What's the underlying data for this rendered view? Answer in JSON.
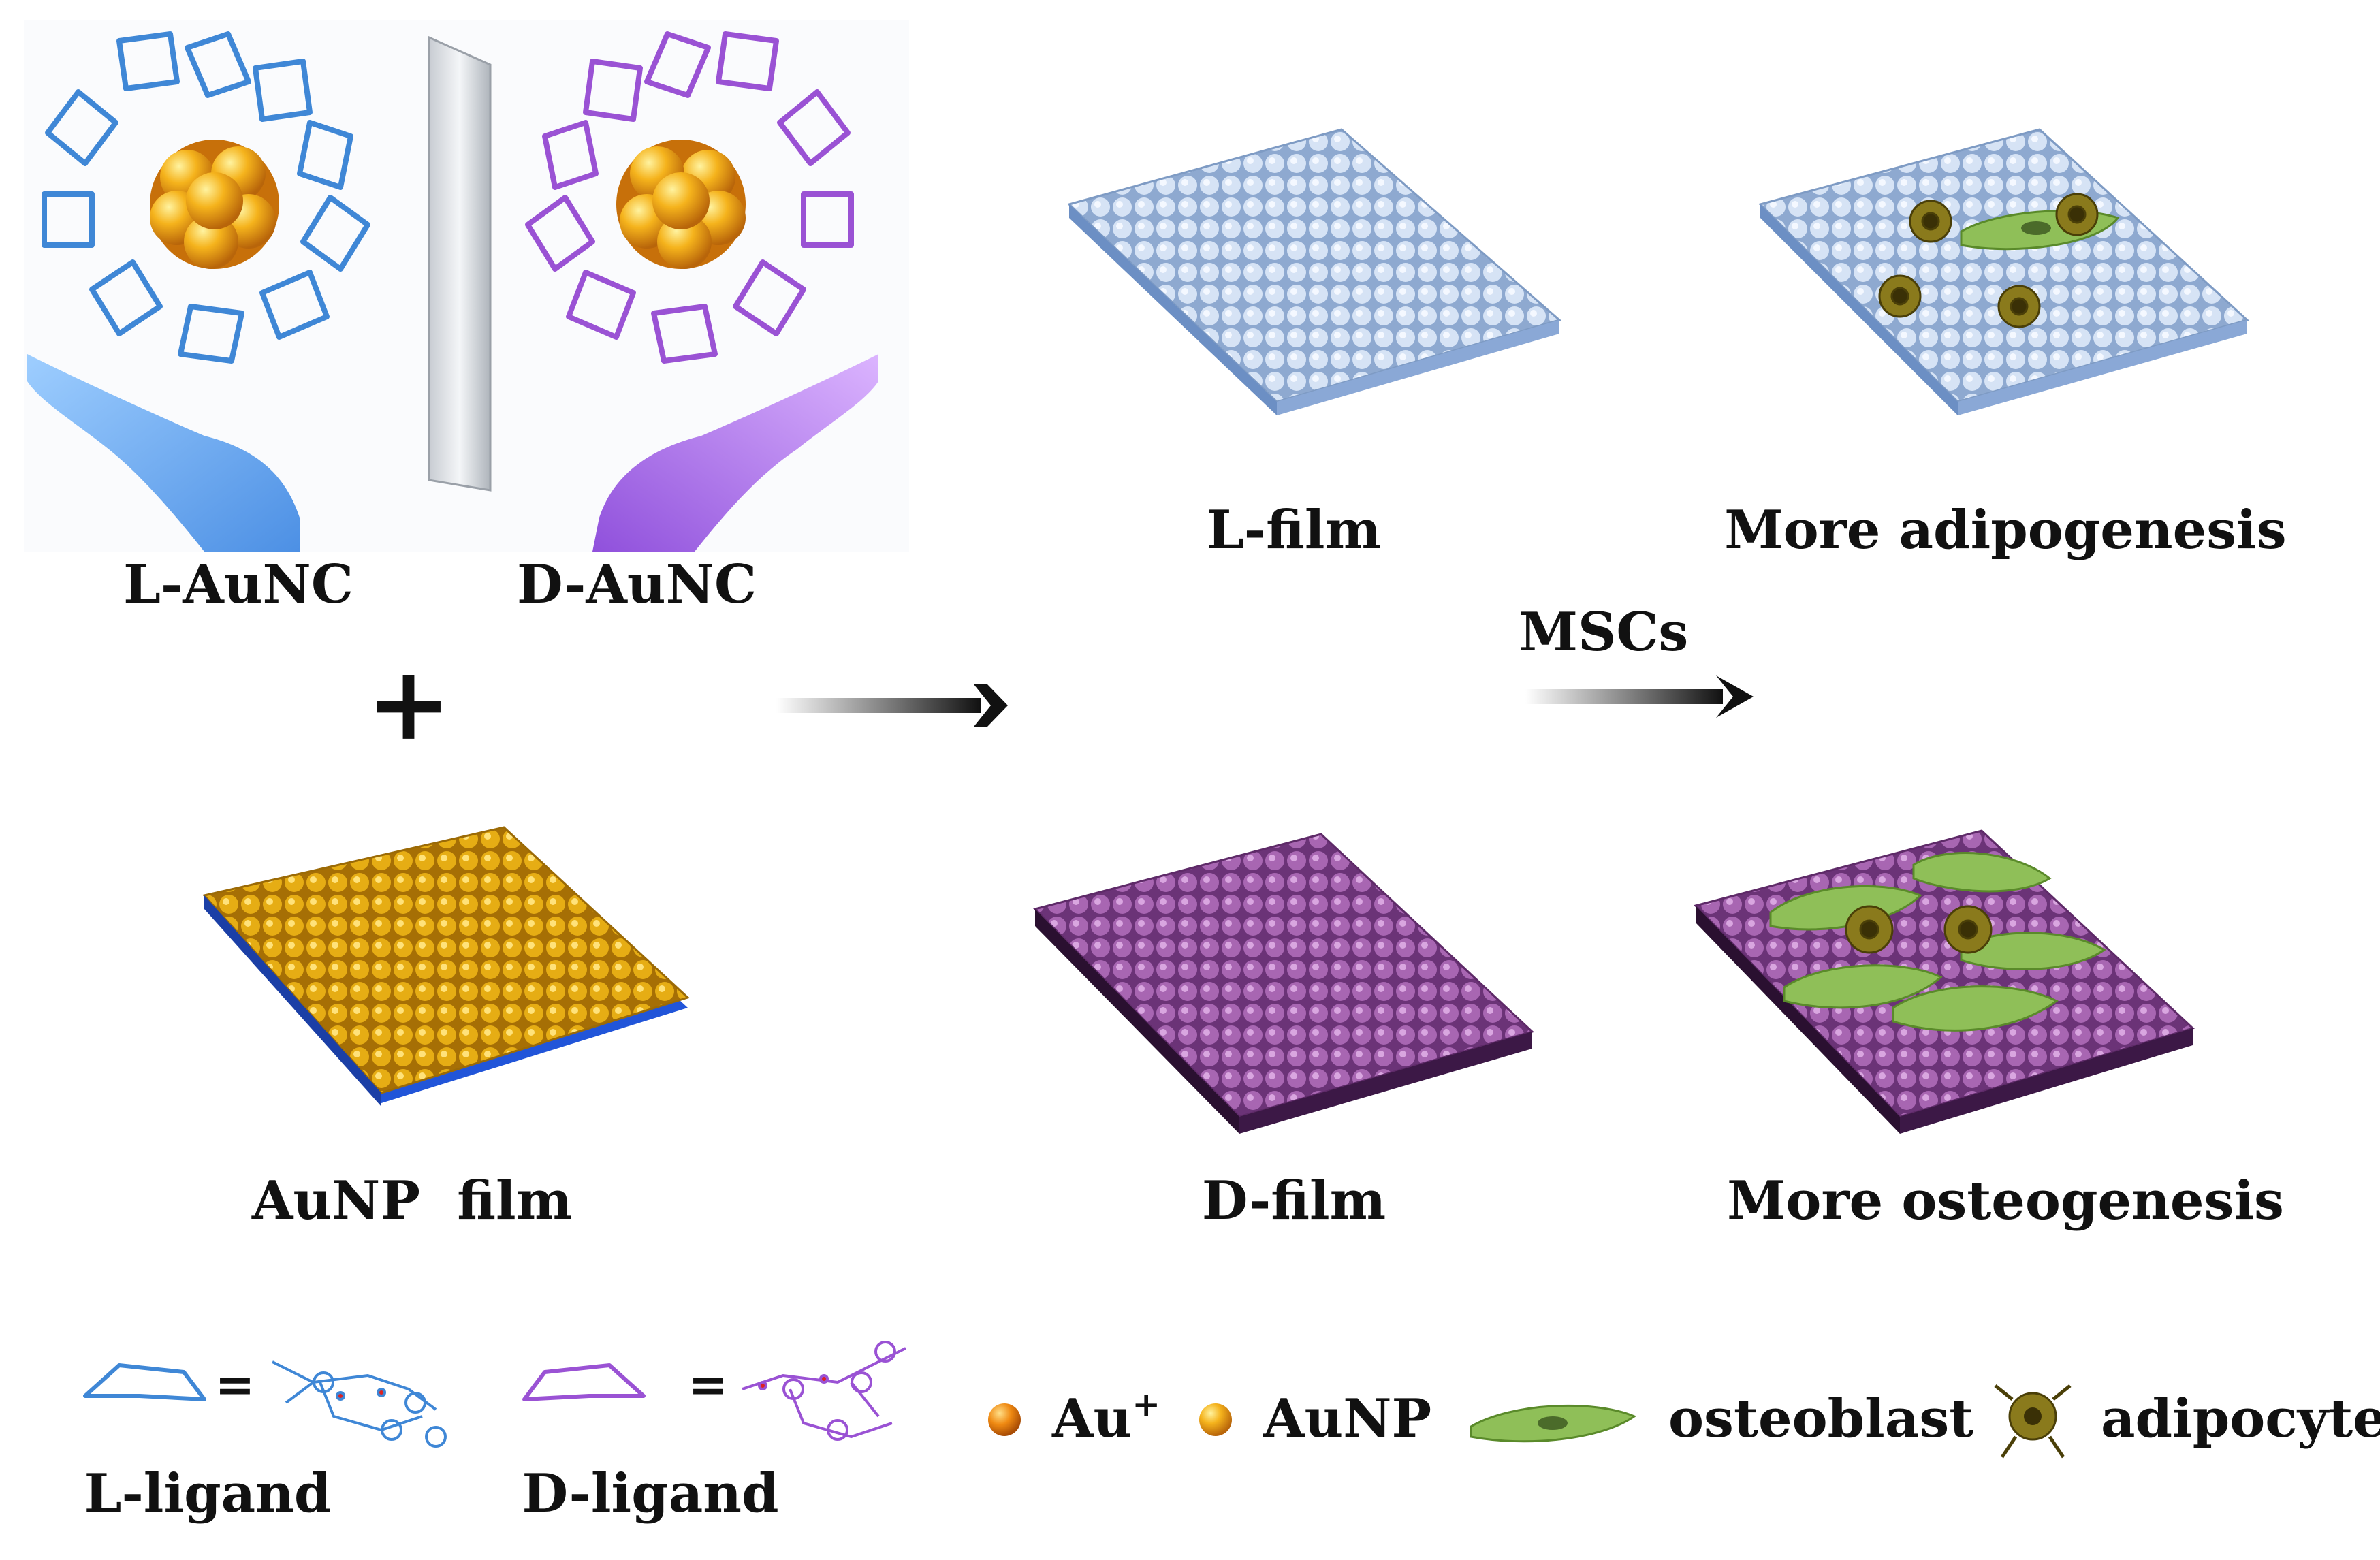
{
  "colors": {
    "blue_ligand": "#3f87d6",
    "purple_ligand": "#9a52d4",
    "gold": "#e89a16",
    "gold_light": "#ffd34d",
    "l_film": "#b7cce8",
    "d_film": "#9b5aa6",
    "aunp_film_base": "#2155d9",
    "cell_green": "#8fbf58",
    "adipocyte": "#8a7a1c"
  },
  "labels": {
    "l_aunc": "L-AuNC",
    "d_aunc": "D-AuNC",
    "plus": "+",
    "aunp_film": "AuNP  film",
    "l_film": "L-film",
    "d_film": "D-film",
    "msc": "MSCs",
    "more_adipo": "More adipogenesis",
    "more_osteo": "More osteogenesis"
  },
  "legend": {
    "l_ligand": "L-ligand",
    "d_ligand": "D-ligand",
    "equals": "=",
    "au_plus_base": "Au",
    "au_plus_sup": "+",
    "aunp": "AuNP",
    "osteoblast": "osteoblast",
    "adipocyte": "adipocyte"
  }
}
